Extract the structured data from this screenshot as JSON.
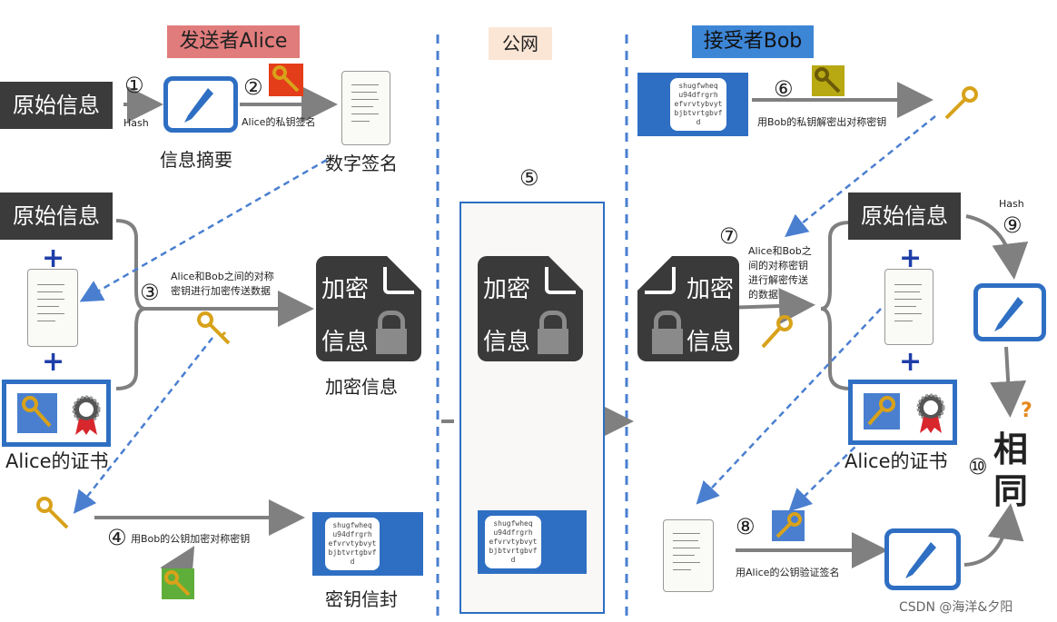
{
  "sections": {
    "sender": "发送者Alice",
    "public": "公网",
    "receiver": "接受者Bob"
  },
  "colors": {
    "sender_header_bg": "#e17c7c",
    "public_header_bg": "#fbe6d6",
    "receiver_header_bg": "#3d86d6",
    "accent_blue": "#2f6fc3",
    "dark_box": "#3b3b3b"
  },
  "steps": {
    "s1": "①",
    "s2": "②",
    "s3": "③",
    "s4": "④",
    "s5": "⑤",
    "s6": "⑥",
    "s7": "⑦",
    "s8": "⑧",
    "s9": "⑨",
    "s10": "⑩"
  },
  "sender": {
    "original_info": "原始信息",
    "hash_label": "Hash",
    "private_sign": "Alice的私钥签名",
    "digest": "信息摘要",
    "digital_signature": "数字签名",
    "original_info_2": "原始信息",
    "step3_text_1": "Alice和Bob之间的对称",
    "step3_text_2": "密钥进行加密传送数据",
    "enc_word1": "加密",
    "enc_word2": "信息",
    "encrypted_info": "加密信息",
    "certificate": "Alice的证书",
    "step4_text": "用Bob的公钥加密对称密钥",
    "key_envelope": "密钥信封"
  },
  "envelope_text": [
    "shugfwheq",
    "u94dfrgrh",
    "efvrvtybvyt",
    "bjbtvrtgbvf",
    "d"
  ],
  "public": {
    "enc_word1": "加密",
    "enc_word2": "信息"
  },
  "receiver": {
    "step6_text": "用Bob的私钥解密出对称密钥",
    "original_info": "原始信息",
    "hash_label": "Hash",
    "step7_text_1": "Alice和Bob之",
    "step7_text_2": "间的对称密钥",
    "step7_text_3": "进行解密传送",
    "step7_text_4": "的数据",
    "enc_word1": "加密",
    "enc_word2": "信息",
    "certificate": "Alice的证书",
    "same_1": "相",
    "same_2": "同",
    "question": "?",
    "step8_text": "用Alice的公钥验证签名"
  },
  "watermark": "CSDN @海洋&夕阳"
}
